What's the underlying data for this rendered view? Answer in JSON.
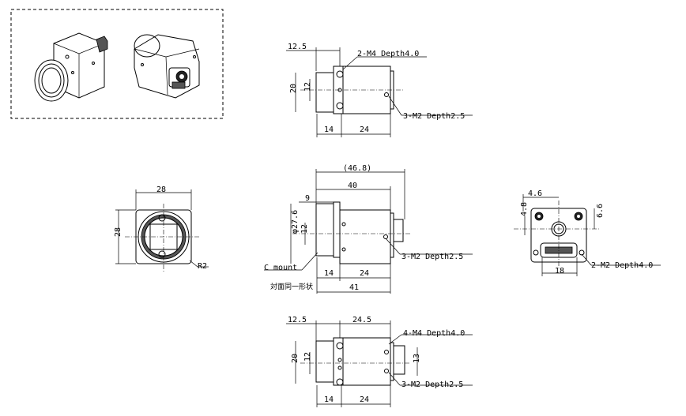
{
  "top_view": {
    "dim_left_width": "12.5",
    "dim_total_height": "20",
    "dim_inner_height": "12",
    "dim_front_depth": "14",
    "dim_body_depth": "24",
    "note_front_holes": "2-M4 Depth4.0",
    "note_rear_holes": "3-M2 Depth2.5"
  },
  "front_view": {
    "dim_width": "28",
    "dim_height": "28",
    "note_corner_radius": "R2"
  },
  "side_view": {
    "dim_overall": "(46.8)",
    "dim_body_length": "40",
    "dim_flange": "9",
    "dim_diameter": "φ27.6",
    "dim_inner": "12",
    "dim_front_depth": "14",
    "dim_body_depth": "24",
    "dim_total_length": "41",
    "note_rear_holes": "3-M2 Depth2.5",
    "note_mount": "C mount",
    "note_opposite_side": "対面同一形状"
  },
  "rear_view": {
    "dim_hole_spacing_x": "4.6",
    "dim_hole_offset_y": "4.8",
    "dim_right_offset": "6.6",
    "dim_connector_width": "18",
    "note_holes": "2-M2 Depth4.0"
  },
  "bottom_view": {
    "dim_left_width": "12.5",
    "dim_mid_width": "24.5",
    "dim_total_height": "20",
    "dim_inner_height": "12",
    "dim_connector_height": "13",
    "dim_front_depth": "14",
    "dim_body_depth": "24",
    "note_front_holes": "4-M4 Depth4.0",
    "note_rear_holes": "3-M2 Depth2.5"
  }
}
